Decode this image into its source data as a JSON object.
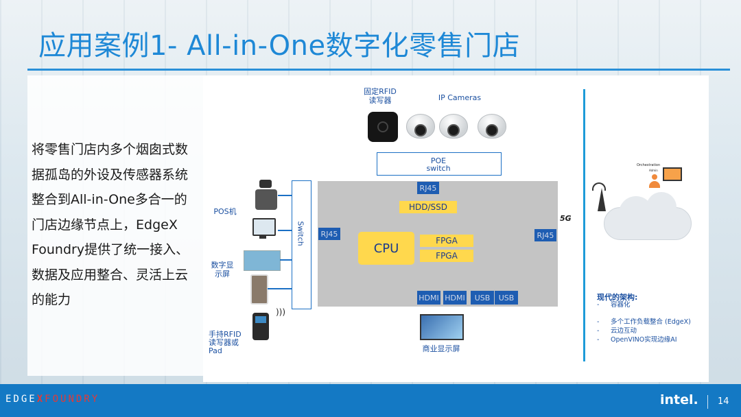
{
  "slide": {
    "title": "应用案例1- All-in-One数字化零售门店",
    "description": "将零售门店内多个烟囱式数据孤岛的外设及传感器系统整合到All-in-One多合一的门店边缘节点上，EdgeX Foundry提供了统一接入、数据及应用整合、灵活上云的能力",
    "page_number": "14"
  },
  "diagram": {
    "rfid_fixed_label": "固定RFID\n读写器",
    "ip_cameras_label": "IP Cameras",
    "poe_switch_label": "POE\nswitch",
    "pos_label": "POS机",
    "digital_display_label": "数字显\n示屏",
    "handheld_label": "手持RFID\n读写器或\nPad",
    "switch_label": "Switch",
    "rj45": "RJ45",
    "hdd_ssd": "HDD/SSD",
    "cpu": "CPU",
    "fpga": "FPGA",
    "hdmi": "HDMI",
    "usb": "USB",
    "commercial_display_label": "商业显示屏",
    "five_g": "5G",
    "orchestration": "Orchestration",
    "admin": "Admin",
    "modern_arch": {
      "heading": "现代的架构:",
      "items": [
        "容器化",
        "多个工作负载整合 (EdgeX)",
        "云边互动",
        "OpenVINO实现边缘AI"
      ],
      "bullet": "-"
    }
  },
  "footer": {
    "brand_edge": "EDGE",
    "brand_x": "X",
    "brand_foundry": "FOUNDRY",
    "intel_logo": "intel."
  },
  "colors": {
    "title_blue": "#1e88d6",
    "board_gray": "#c4c4c4",
    "port_blue": "#1e5db2",
    "chip_yellow": "#ffd84d",
    "footer_blue": "#1479c4"
  }
}
